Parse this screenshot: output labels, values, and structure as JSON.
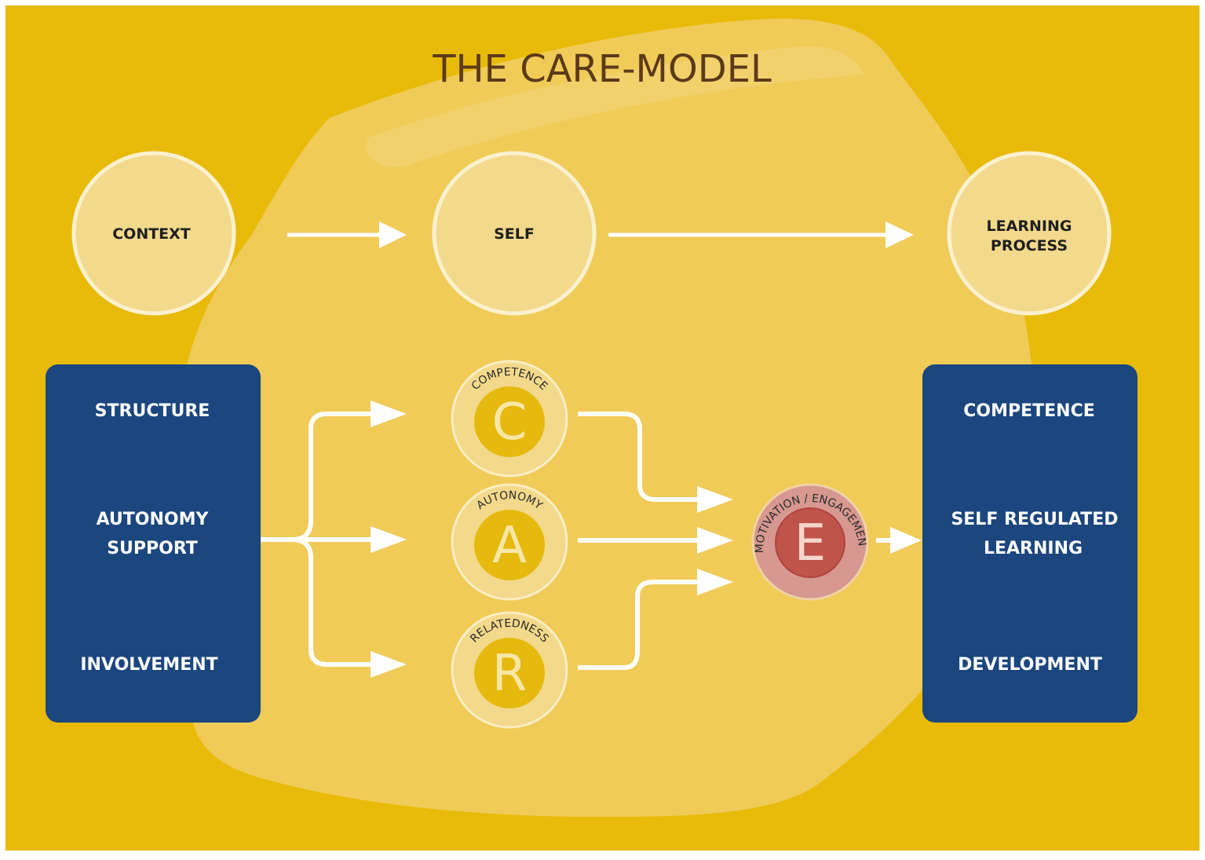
{
  "title": "THE CARE-MODEL",
  "top_row": {
    "context": "CONTEXT",
    "self": "SELF",
    "learning_line1": "LEARNING",
    "learning_line2": "PROCESS"
  },
  "left_box": {
    "structure": "STRUCTURE",
    "autonomy_line1": "AUTONOMY",
    "autonomy_line2": "SUPPORT",
    "involvement": "INVOLVEMENT"
  },
  "right_box": {
    "competence": "COMPETENCE",
    "srl_line1": "SELF REGULATED",
    "srl_line2": "LEARNING",
    "development": "DEVELOPMENT"
  },
  "needs": {
    "c_letter": "C",
    "c_label": "COMPETENCE",
    "a_letter": "A",
    "a_label": "AUTONOMY",
    "r_letter": "R",
    "r_label": "RELATEDNESS"
  },
  "engagement": {
    "letter": "E",
    "label": "MOTIVATION / ENGAGEMENT"
  },
  "colors": {
    "background": "#e8bb0b",
    "brush": "#f0cb58",
    "circle_fill": "#f3d98b",
    "box": "#1b467e",
    "letter_disc": "#e5b90e",
    "engagement_outer": "#d69890",
    "engagement_inner": "#c0534a",
    "arrow": "#ffffff",
    "title": "#5b3a1a"
  }
}
